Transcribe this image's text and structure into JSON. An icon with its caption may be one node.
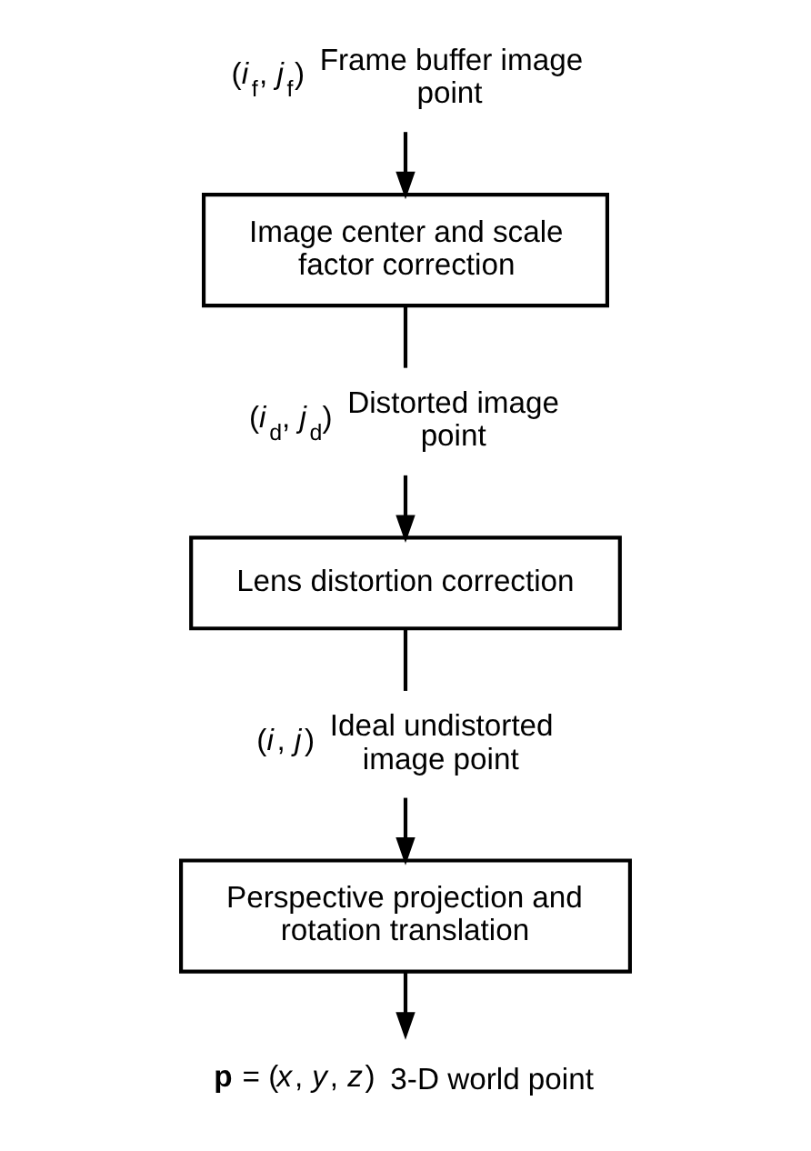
{
  "diagram": {
    "nodes": [
      {
        "text": [
          "(*i*$_{f}$, *j*$_{f}$)",
          "Frame buffer image point"
        ]
      },
      {
        "text": [
          "Image center and scale factor correction"
        ]
      },
      {
        "text": [
          "(*i*$_{d}$, *j*$_{d}$)",
          "Distorted image point"
        ]
      },
      {
        "text": [
          "Lens distortion correction"
        ]
      },
      {
        "text": [
          "(*i*, *j*)",
          "Ideal undistorted image point"
        ]
      },
      {
        "text": [
          "Perspective projection and rotation translation"
        ]
      },
      {
        "text": [
          "**p** = (*x*, *y*, *z*)",
          "3-D world point"
        ]
      }
    ],
    "edges": [
      {
        "from": 0,
        "to": 1,
        "arrow": "to"
      },
      {
        "from": 1,
        "to": 2,
        "arrow": "none"
      },
      {
        "from": 2,
        "to": 3,
        "arrow": "to"
      },
      {
        "from": 3,
        "to": 4,
        "arrow": "none"
      },
      {
        "from": 4,
        "to": 5,
        "arrow": "to"
      },
      {
        "from": 5,
        "to": 6,
        "arrow": "to"
      }
    ]
  }
}
